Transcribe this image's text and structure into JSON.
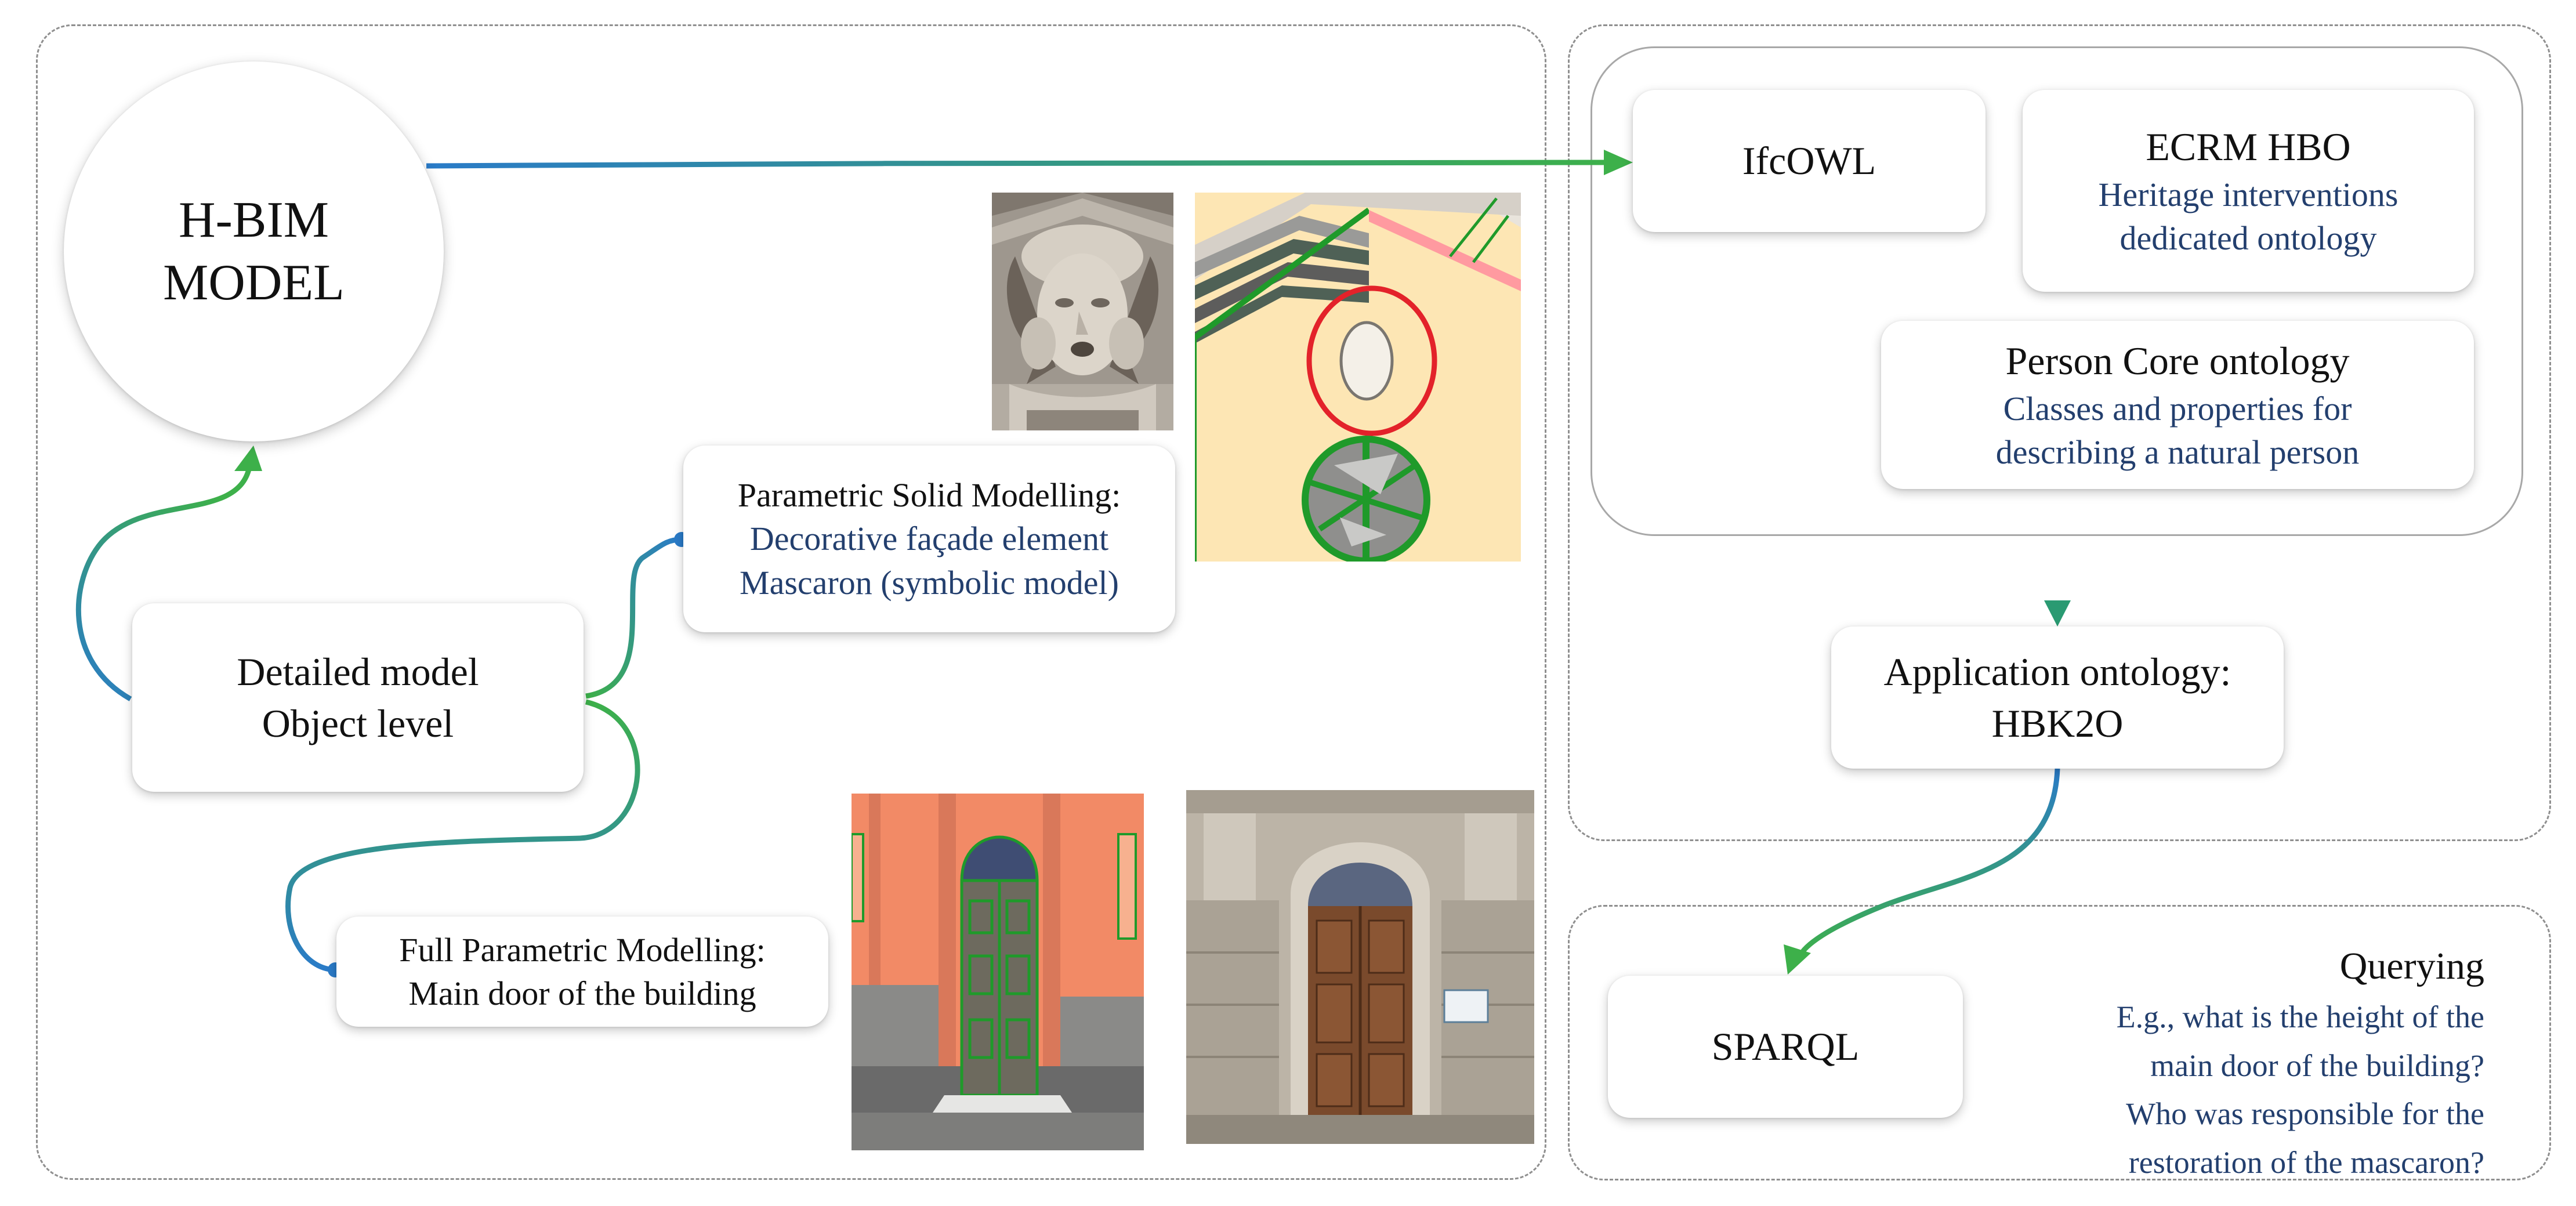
{
  "hbim": {
    "line1": "H-BIM",
    "line2": "MODEL"
  },
  "detailed": {
    "line1": "Detailed model",
    "line2": "Object level"
  },
  "solid": {
    "title": "Parametric Solid Modelling:",
    "line1": "Decorative façade element",
    "line2": "Mascaron (symbolic model)"
  },
  "full": {
    "title": "Full Parametric Modelling:",
    "line1": "Main door of the building"
  },
  "ifcowl": {
    "label": "IfcOWL"
  },
  "ecrm": {
    "title": "ECRM HBO",
    "line1": "Heritage interventions",
    "line2": "dedicated ontology"
  },
  "person": {
    "title": "Person Core ontology",
    "line1": "Classes and properties for",
    "line2": "describing a natural person"
  },
  "application": {
    "line1": "Application ontology:",
    "line2": "HBK2O"
  },
  "sparql": {
    "label": "SPARQL"
  },
  "querying": {
    "title": "Querying",
    "q1a": "E.g., what is the height of the",
    "q1b": "main door of the building?",
    "q2a": "Who was responsible for the",
    "q2b": "restoration of the mascaron?"
  },
  "images": {
    "mascaron_photo": "mascaron-photo",
    "mascaron_model": "mascaron-model",
    "door_model": "door-model",
    "door_photo": "door-photo"
  },
  "colors": {
    "blue": "#233f6e",
    "arrow_blue": "#2a7bc8",
    "arrow_green": "#3db04a",
    "arrow_teal": "#2a9a72",
    "model_green": "#1f9a2a",
    "model_beige": "#fde6b4",
    "model_orange": "#f28a66",
    "wood": "#7a4a2c",
    "stone": "#c9c2b7"
  }
}
